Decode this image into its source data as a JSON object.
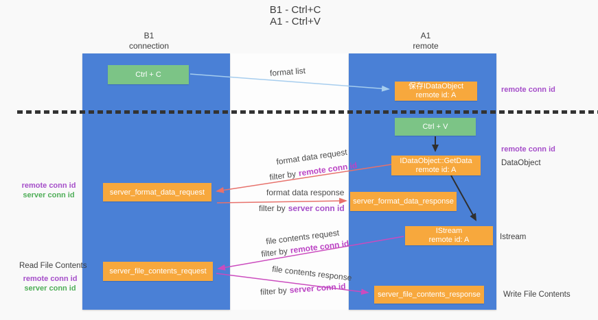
{
  "title": {
    "line1": "B1 - Ctrl+C",
    "line2": "A1 - Ctrl+V"
  },
  "columns": {
    "left": {
      "title": "B1",
      "subtitle": "connection"
    },
    "right": {
      "title": "A1",
      "subtitle": "remote"
    }
  },
  "nodes": {
    "ctrl_c": "Ctrl + C",
    "ctrl_v": "Ctrl + V",
    "save_dataobject": {
      "line1": "保存IDataObject",
      "line2": "remote id: A"
    },
    "getdata": {
      "line1": "IDataObject::GetData",
      "line2": "remote id: A"
    },
    "istream": {
      "line1": "IStream",
      "line2": "remote id: A"
    },
    "format_request": "server_format_data_request",
    "format_response": "server_format_data_response",
    "file_request": "server_file_contents_request",
    "file_response": "server_file_contents_response"
  },
  "edge_labels": {
    "format_list": "format list",
    "format_data_request": "format data request",
    "format_data_response": "format data response",
    "file_contents_request": "file contents request",
    "file_contents_response": "file contents response",
    "filter_by": "filter by",
    "remote_conn_id": "remote conn id",
    "server_conn_id": "server conn id"
  },
  "annotations": {
    "left_format": {
      "remote": "remote conn id",
      "server": "server conn id"
    },
    "read_file_contents": "Read File Contents",
    "left_file": {
      "remote": "remote conn id",
      "server": "server conn id"
    },
    "right_top": "remote conn id",
    "right_mid": "remote conn id",
    "dataobject": "DataObject",
    "istream": "Istream",
    "write_file_contents": "Write File Contents"
  },
  "colors": {
    "column_blue": "#4a80d6",
    "node_green": "#7cc486",
    "node_orange": "#f7a83d",
    "arrow_salmon": "#e7716b",
    "arrow_magenta": "#cb4bbe",
    "arrow_lightblue": "#a6cdee",
    "arrow_black": "#2f2f2f",
    "label_purple": "#a54ec9",
    "label_green": "#4fae58"
  }
}
